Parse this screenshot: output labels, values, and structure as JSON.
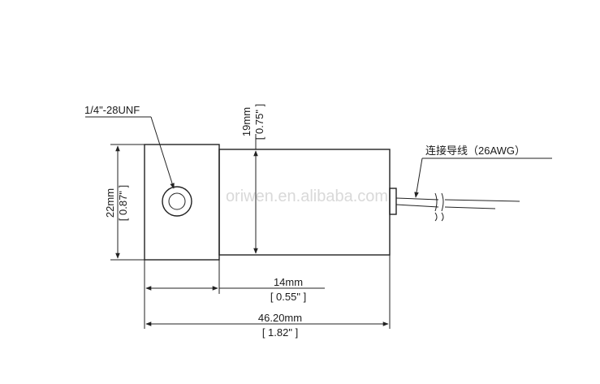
{
  "labels": {
    "thread": "1/4\"-28UNF",
    "body_dia_mm": "19mm",
    "body_dia_in": "[ 0.75\" ]",
    "block_height_mm": "22mm",
    "block_height_in": "[ 0.87\" ]",
    "block_width_mm": "14mm",
    "block_width_in": "[ 0.55\" ]",
    "total_length_mm": "46.20mm",
    "total_length_in": "[ 1.82\" ]",
    "lead_wire": "连接导线（26AWG）"
  },
  "watermark": "oriwen.en.alibaba.com",
  "colors": {
    "line": "#222222",
    "watermark": "#d9d9d9",
    "background": "#ffffff"
  }
}
